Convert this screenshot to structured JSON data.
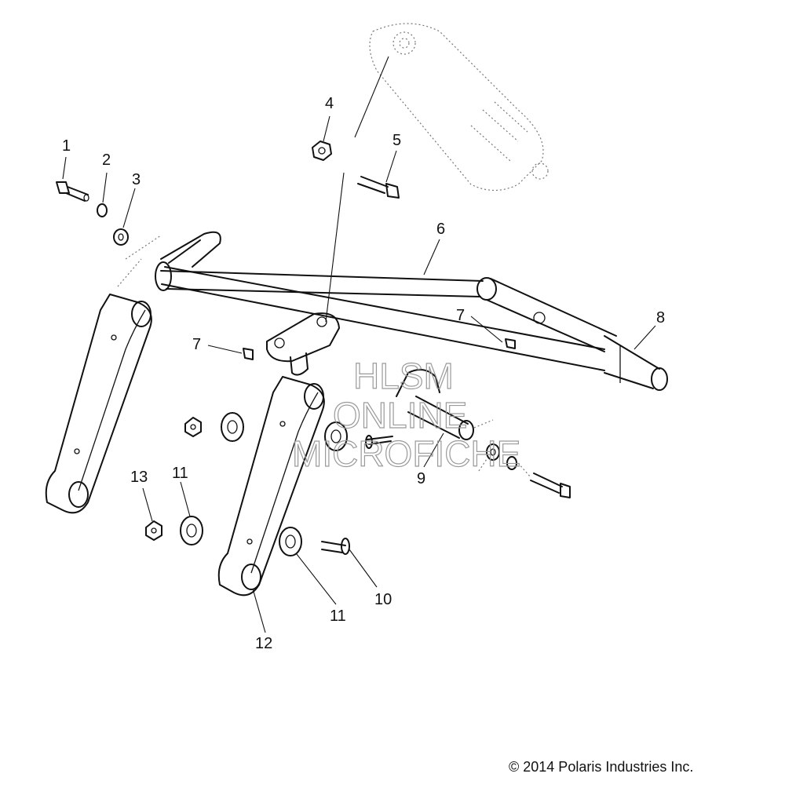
{
  "callouts": {
    "c1": "1",
    "c2": "2",
    "c3": "3",
    "c4": "4",
    "c5": "5",
    "c6": "6",
    "c7a": "7",
    "c7b": "7",
    "c8": "8",
    "c9": "9",
    "c10": "10",
    "c11a": "11",
    "c11b": "11",
    "c12": "12",
    "c13": "13"
  },
  "watermark": {
    "line1": "HLSM",
    "line2": "ONLINE",
    "line3": "MICROFICHE"
  },
  "copyright": "© 2014 Polaris Industries Inc."
}
